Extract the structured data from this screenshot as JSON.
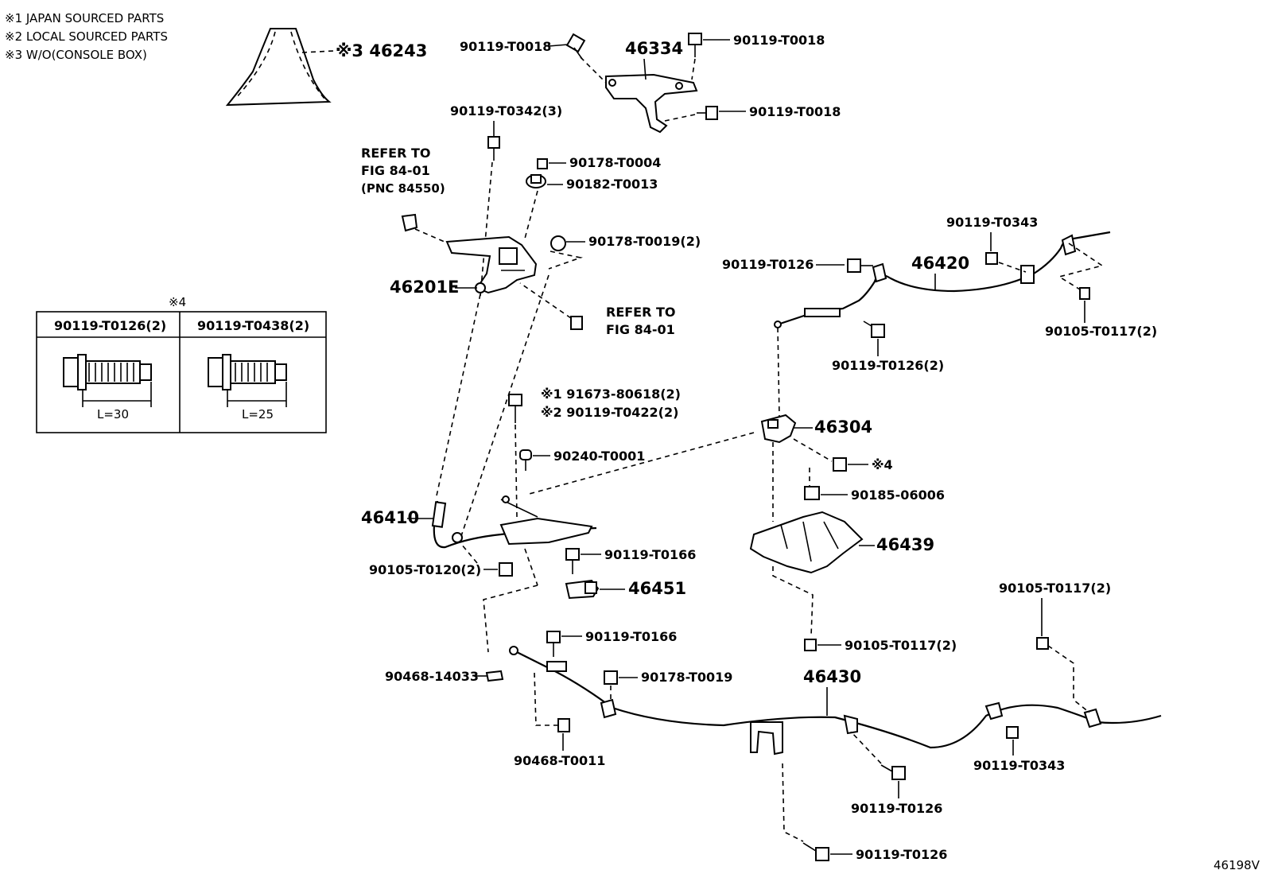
{
  "notes": [
    "※1 JAPAN SOURCED PARTS",
    "※2 LOCAL SOURCED PARTS",
    "※3 W/O(CONSOLE BOX)"
  ],
  "figure_id": "46198V",
  "inset": {
    "mark": "※4",
    "columns": [
      {
        "part": "90119-T0126(2)",
        "dimension": "L=30"
      },
      {
        "part": "90119-T0438(2)",
        "dimension": "L=25"
      }
    ]
  },
  "labels": {
    "boot": "※3 46243",
    "bracket": "46334",
    "bracket_bolt_left": "90119-T0018",
    "bracket_bolt_right_top": "90119-T0018",
    "bracket_bolt_right_bottom": "90119-T0018",
    "lever_bolt": "90119-T0342(3)",
    "refer_top_1": "REFER TO",
    "refer_top_2": "FIG 84-01",
    "refer_top_3": "(PNC 84550)",
    "nut_1": "90178-T0004",
    "nut_2": "90182-T0013",
    "nut_3": "90178-T0019(2)",
    "lever_assy": "46201E",
    "refer_mid_1": "REFER TO",
    "refer_mid_2": "FIG 84-01",
    "cable_rh_front_bolt": "90119-T0343",
    "cable_rh_bolt_left": "90119-T0126",
    "cable_rh": "46420",
    "cable_rh_clip": "90105-T0117(2)",
    "cable_rh_bolt_bottom": "90119-T0126(2)",
    "bolt_s1": "※1 91673-80618(2)",
    "bolt_s2": "※2 90119-T0422(2)",
    "equalizer": "46304",
    "pin": "90240-T0001",
    "equalizer_bolt": "※4",
    "clip_nut": "90185-06006",
    "front_cable": "46410",
    "heat_shield": "46439",
    "front_cable_clip": "90105-T0120(2)",
    "front_cable_bolt": "90119-T0166",
    "bracket_small": "46451",
    "shield_clip": "90105-T0117(2)",
    "cable_lh_clip_top": "90105-T0117(2)",
    "cable_lh_bolt_1": "90119-T0166",
    "clip_1": "90468-14033",
    "nut_4": "90178-T0019",
    "cable_lh": "46430",
    "clip_2": "90468-T0011",
    "cable_lh_bolt_right": "90119-T0343",
    "cable_lh_bolt_2": "90119-T0126",
    "cable_lh_bolt_3": "90119-T0126"
  }
}
